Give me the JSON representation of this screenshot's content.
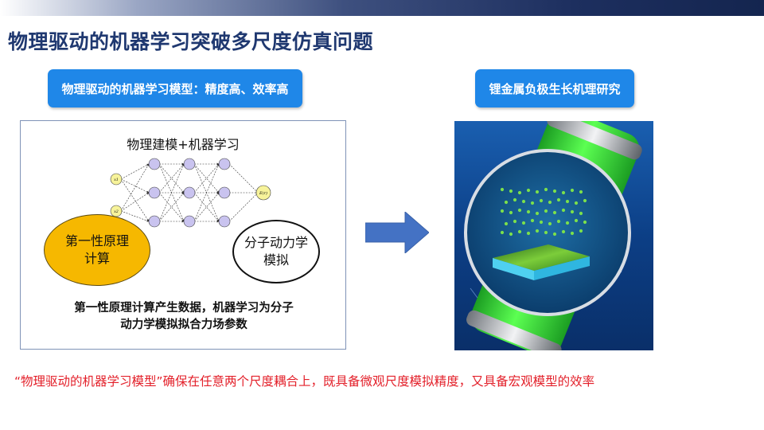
{
  "slide": {
    "title": "物理驱动的机器学习突破多尺度仿真问题"
  },
  "left_box": {
    "label": "物理驱动的机器学习模型：精度高、效率高"
  },
  "right_box": {
    "label": "锂金属负极生长机理研究"
  },
  "panel": {
    "heading": "物理建模+机器学习",
    "network": {
      "inputs": [
        "x1",
        "x2"
      ],
      "output": "E(r)"
    },
    "ellipse_left": [
      "第一性原理",
      "计算"
    ],
    "ellipse_right": [
      "分子动力学",
      "模拟"
    ],
    "caption": [
      "第一性原理计算产生数据，机器学习为分子",
      "动力学模拟拟合力场参数"
    ]
  },
  "bottom_note": "“物理驱动的机器学习模型”确保在任意两个尺度耦合上，既具备微观尺度模拟精度，又具备宏观模型的效率",
  "colors": {
    "title": "#1f3870",
    "pill": "#1f87e8",
    "note": "#e3202a",
    "ellipse_yellow": "#f6b800",
    "arrow": "#4472c4",
    "battery_green": "#39e03a"
  },
  "icons": [
    "right-arrow-icon",
    "battery-illustration"
  ]
}
